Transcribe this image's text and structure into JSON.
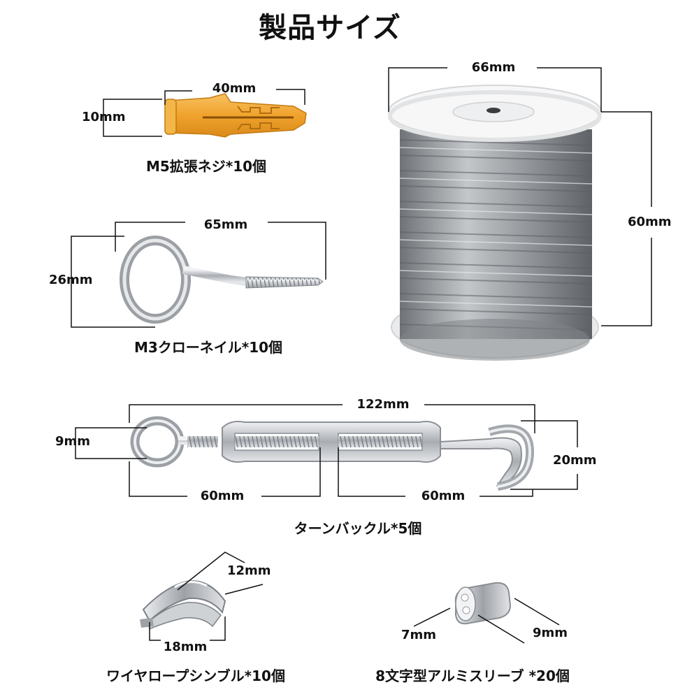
{
  "title": "製品サイズ",
  "items": {
    "anchor": {
      "caption": "M5拡張ネジ*10個",
      "length": "40mm",
      "diameter": "10mm"
    },
    "eye_screw": {
      "caption": "M3クローネイル*10個",
      "length": "65mm",
      "height": "26mm"
    },
    "wire_spool": {
      "width": "66mm",
      "height": "60mm"
    },
    "turnbuckle": {
      "caption": "ターンバックル*5個",
      "total": "122mm",
      "eye": "9mm",
      "hook": "20mm",
      "left_half": "60mm",
      "right_half": "60mm"
    },
    "thimble": {
      "caption": "ワイヤロープシンブル*10個",
      "width": "12mm",
      "length": "18mm"
    },
    "sleeve": {
      "caption": "8文字型アルミスリーブ *20個",
      "a": "7mm",
      "b": "9mm"
    }
  },
  "colors": {
    "background": "#ffffff",
    "text": "#111111",
    "anchor": "#f2a93b",
    "metal": "#b9bcc0",
    "wire": "#8e9296"
  }
}
